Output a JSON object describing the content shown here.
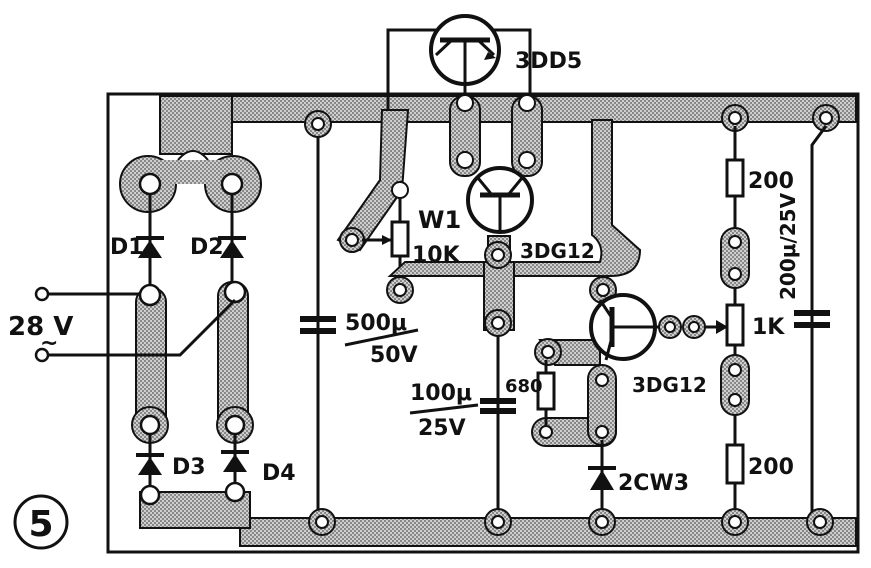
{
  "figure_number": "5",
  "labels": {
    "input_voltage": "28 V",
    "input_tilde": "~",
    "d1": "D1",
    "d2": "D2",
    "d3": "D3",
    "d4": "D4",
    "w1": "W1",
    "pot_value": "10K",
    "cap1_value": "500μ",
    "cap1_voltage": "50V",
    "cap2_value": "100μ",
    "cap2_voltage": "25V",
    "transistor_top": "3DD5",
    "transistor_mid": "3DG12",
    "transistor_low": "3DG12",
    "res_680": "680",
    "zener": "2CW3",
    "res_top": "200",
    "res_1k": "1K",
    "res_bottom": "200",
    "cap3": "200μ/25V"
  },
  "colors": {
    "copper": "#b9b9b9",
    "ink": "#111111",
    "paper": "#ffffff"
  }
}
